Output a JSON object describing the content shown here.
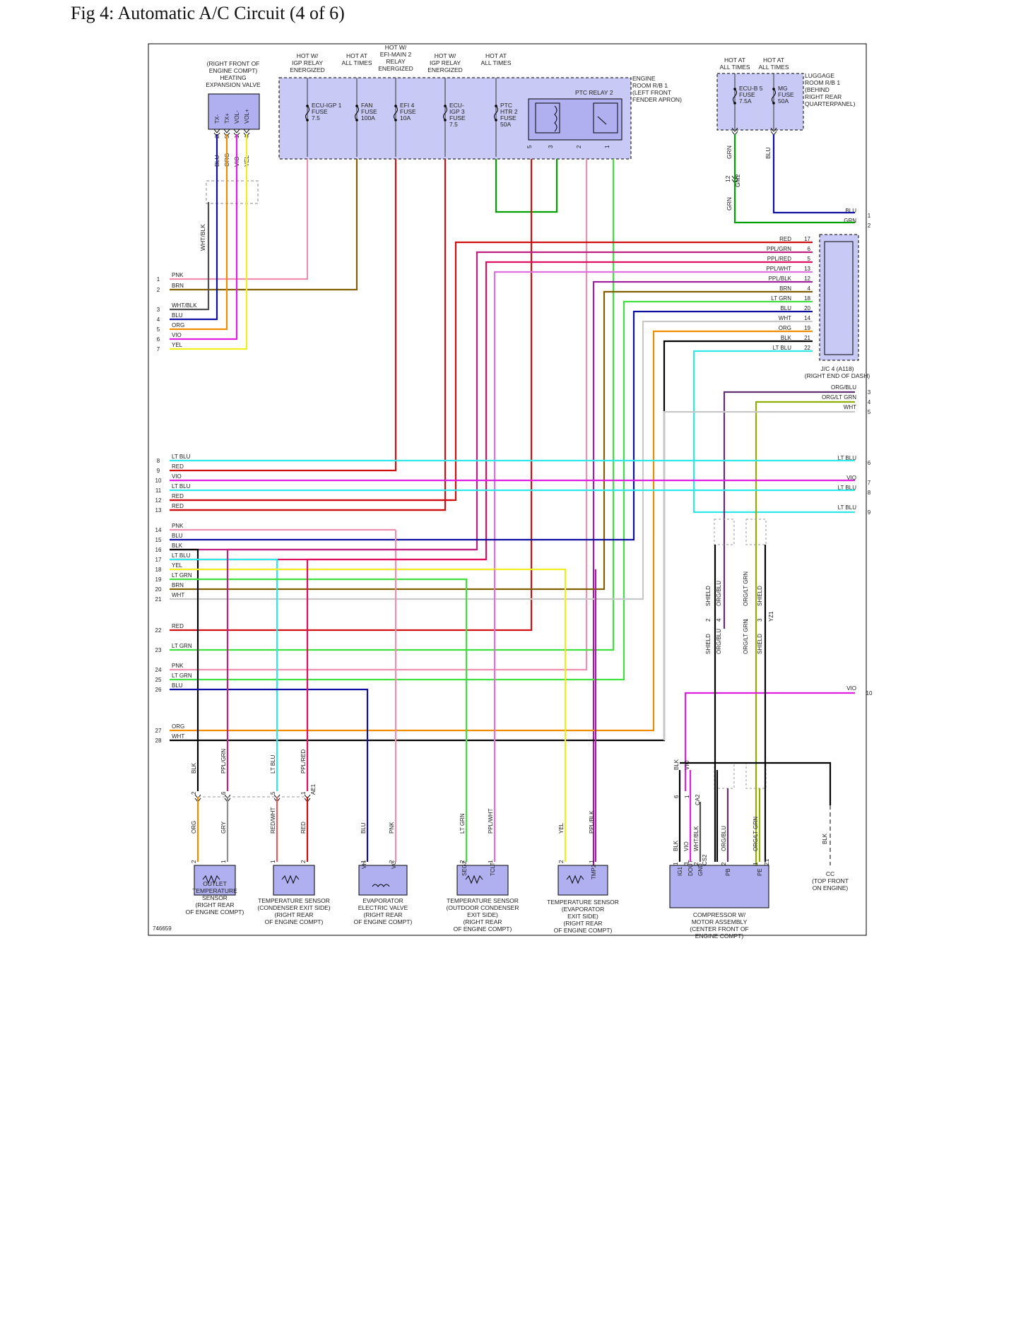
{
  "title": "Fig 4: Automatic A/C Circuit (4 of 6)",
  "figure_id": "746659",
  "colors": {
    "fuse_box_fill": "#c9c9f5",
    "component_fill": "#b0b0f0",
    "frame": "#000000",
    "PNK": "#f090b0",
    "BRN": "#806000",
    "RED": "#d01010",
    "GRN": "#00a000",
    "LT GRN": "#40e040",
    "BLU": "#1010a0",
    "LT BLU": "#30e8e8",
    "VIO": "#e020e0",
    "YEL": "#f0f020",
    "ORG": "#f08c00",
    "WHT": "#c8c8c8",
    "WHT/BLK": "#505050",
    "BLK": "#000000",
    "GRY": "#909090",
    "PPL/GRN": "#c02080",
    "PPL/RED": "#e01060",
    "PPL/WHT": "#e070e0",
    "PPL/BLK": "#a020a0",
    "RED/WHT": "#e06060",
    "ORG/BLU": "#603070",
    "ORG/LT GRN": "#90b000",
    "SHIELD": "#000000"
  },
  "labels": {
    "heat_valve": [
      "(RIGHT FRONT OF",
      "ENGINE COMPT)",
      "HEATING",
      "EXPANSION VALVE"
    ],
    "heat_valve_pins": [
      "TX-",
      "TX+",
      "VOL-",
      "VOL+"
    ],
    "heat_valve_pin_nums": [
      "2",
      "5",
      "1",
      "4"
    ],
    "heat_valve_wire_colors": [
      "BLU",
      "ORG",
      "VIO",
      "YEL"
    ],
    "whtblk": "WHT/BLK",
    "hot": [
      [
        "HOT W/",
        "IGP RELAY",
        "ENERGIZED"
      ],
      [
        "HOT AT",
        "ALL TIMES"
      ],
      [
        "HOT W/",
        "EFI-MAIN 2",
        "RELAY",
        "ENERGIZED"
      ],
      [
        "HOT W/",
        "IGP RELAY",
        "ENERGIZED"
      ],
      [
        "HOT AT",
        "ALL TIMES"
      ],
      [
        "HOT AT",
        "ALL TIMES"
      ],
      [
        "HOT AT",
        "ALL TIMES"
      ]
    ],
    "fuses": [
      [
        "ECU-IGP 1",
        "FUSE",
        "7.5"
      ],
      [
        "FAN",
        "FUSE",
        "100A"
      ],
      [
        "EFI 4",
        "FUSE",
        "10A"
      ],
      [
        "ECU-",
        "IGP 3",
        "FUSE",
        "7.5"
      ],
      [
        "PTC",
        "HTR 2",
        "FUSE",
        "50A"
      ],
      [
        "ECU-B 5",
        "FUSE",
        "7.5A"
      ],
      [
        "MG",
        "FUSE",
        "50A"
      ]
    ],
    "ptc_relay": "PTC RELAY 2",
    "relay_pins": [
      "5",
      "3",
      "2",
      "1"
    ],
    "engine_rb": [
      "ENGINE",
      "ROOM R/B 1",
      "(LEFT FRONT",
      "FENDER APRON)"
    ],
    "luggage_rb": [
      "LUGGAGE",
      "ROOM R/B 1",
      "(BEHIND",
      "RIGHT REAR",
      "QUARTERPANEL)"
    ],
    "top_wire_colors": [
      "PNK",
      "BRN",
      "RED",
      "RED",
      "GRN",
      "RED",
      "GRN",
      "PNK",
      "LT GRN"
    ],
    "lug_wire_colors": [
      "GRN",
      "BLU"
    ],
    "gm2": [
      "12",
      "GM2",
      "GRN"
    ],
    "jc_label": [
      "J/C 4 (A118)",
      "(RIGHT END OF DASH)"
    ],
    "left_rows": [
      {
        "num": "1",
        "color": "PNK"
      },
      {
        "num": "2",
        "color": "BRN"
      },
      {
        "num": "3",
        "color": "WHT/BLK"
      },
      {
        "num": "4",
        "color": "BLU"
      },
      {
        "num": "5",
        "color": "ORG"
      },
      {
        "num": "6",
        "color": "VIO"
      },
      {
        "num": "7",
        "color": "YEL"
      },
      {
        "num": "8",
        "color": "LT BLU"
      },
      {
        "num": "9",
        "color": "RED"
      },
      {
        "num": "10",
        "color": "VIO"
      },
      {
        "num": "11",
        "color": "LT BLU"
      },
      {
        "num": "12",
        "color": "RED"
      },
      {
        "num": "13",
        "color": "RED"
      },
      {
        "num": "14",
        "color": "PNK"
      },
      {
        "num": "15",
        "color": "BLU"
      },
      {
        "num": "16",
        "color": "BLK"
      },
      {
        "num": "17",
        "color": "LT BLU"
      },
      {
        "num": "18",
        "color": "YEL"
      },
      {
        "num": "19",
        "color": "LT GRN"
      },
      {
        "num": "20",
        "color": "BRN"
      },
      {
        "num": "21",
        "color": "WHT"
      },
      {
        "num": "22",
        "color": "RED"
      },
      {
        "num": "23",
        "color": "LT GRN"
      },
      {
        "num": "24",
        "color": "PNK"
      },
      {
        "num": "25",
        "color": "LT GRN"
      },
      {
        "num": "26",
        "color": "BLU"
      },
      {
        "num": "27",
        "color": "ORG"
      },
      {
        "num": "28",
        "color": "WHT"
      }
    ],
    "right_rows": [
      {
        "num": "1",
        "color": "BLU"
      },
      {
        "num": "2",
        "color": "GRN"
      },
      {
        "num": "3",
        "color": "ORG/BLU"
      },
      {
        "num": "4",
        "color": "ORG/LT GRN"
      },
      {
        "num": "5",
        "color": "WHT"
      },
      {
        "num": "6",
        "color": "LT BLU"
      },
      {
        "num": "7",
        "color": "VIO"
      },
      {
        "num": "8",
        "color": "LT BLU"
      },
      {
        "num": "9",
        "color": "LT BLU"
      },
      {
        "num": "10",
        "color": "VIO"
      }
    ],
    "jc_rows": [
      {
        "color": "RED",
        "pin": "17"
      },
      {
        "color": "PPL/GRN",
        "pin": "6"
      },
      {
        "color": "PPL/RED",
        "pin": "5"
      },
      {
        "color": "PPL/WHT",
        "pin": "13"
      },
      {
        "color": "PPL/BLK",
        "pin": "12"
      },
      {
        "color": "BRN",
        "pin": "4"
      },
      {
        "color": "LT GRN",
        "pin": "18"
      },
      {
        "color": "BLU",
        "pin": "20"
      },
      {
        "color": "WHT",
        "pin": "14"
      },
      {
        "color": "ORG",
        "pin": "19"
      },
      {
        "color": "BLK",
        "pin": "21"
      },
      {
        "color": "LT BLU",
        "pin": "22"
      }
    ],
    "shield_upper": [
      "SHIELD",
      "ORG/BLU",
      "ORG/LT GRN",
      "SHIELD"
    ],
    "shield_pins_upper": [
      "2",
      "4",
      "1",
      "3"
    ],
    "yz1": "YZ1",
    "shield_lower": [
      "SHIELD",
      "ORG/BLU",
      "ORG/LT GRN",
      "SHIELD"
    ],
    "bottom_wire_labels": [
      "BLK",
      "PPL/GRN",
      "LT BLU",
      "PPL/RED"
    ],
    "bottom_pins": [
      "2",
      "6",
      "5",
      "1"
    ],
    "ae1": "AE1",
    "sensor_wires": [
      {
        "color": "ORG",
        "pin": "2"
      },
      {
        "color": "GRY",
        "pin": "1"
      },
      {
        "color": "RED/WHT",
        "pin": "1"
      },
      {
        "color": "RED",
        "pin": "2"
      },
      {
        "color": "BLU",
        "pin": "1"
      },
      {
        "color": "PNK",
        "pin": "2"
      },
      {
        "color": "LT GRN",
        "pin": "2"
      },
      {
        "color": "PPL/WHT",
        "pin": "1"
      },
      {
        "color": "YEL",
        "pin": "2"
      },
      {
        "color": "PPL/BLK",
        "pin": "1"
      }
    ],
    "comp_wires": [
      "BLK",
      "VIO",
      "WHT/BLK",
      "ORG/BLU",
      "ORG/LT GRN",
      "BLK"
    ],
    "comp_pins": [
      "1",
      "3",
      "2",
      "2",
      "1"
    ],
    "comp_upper": [
      "BLK",
      "VIO"
    ],
    "comp_upper_pins": [
      "6",
      "1"
    ],
    "ca2": "CA2",
    "cs2": "CS2",
    "z1": "Z1",
    "evap_pins": [
      "VH",
      "VC"
    ],
    "seg2": [
      "SEG2",
      "TCLT"
    ],
    "tmp2": "TMP2",
    "comp_pins_text": [
      "IG1",
      "DOUT",
      "GND",
      "PB",
      "PE"
    ],
    "outlet_sensor": [
      "OUTLET",
      "TEMPERATURE",
      "SENSOR",
      "(RIGHT REAR",
      "OF ENGINE COMPT)"
    ],
    "cond_sensor": [
      "TEMPERATURE SENSOR",
      "(CONDENSER EXIT SIDE)",
      "(RIGHT REAR",
      "OF ENGINE COMPT)"
    ],
    "evap_valve": [
      "EVAPORATOR",
      "ELECTRIC VALVE",
      "(RIGHT REAR",
      "OF ENGINE COMPT)"
    ],
    "outdoor_sensor": [
      "TEMPERATURE SENSOR",
      "(OUTDOOR CONDENSER",
      "EXIT SIDE)",
      "(RIGHT REAR",
      "OF ENGINE COMPT)"
    ],
    "evap_sensor": [
      "TEMPERATURE SENSOR",
      "(EVAPORATOR",
      "EXIT SIDE)",
      "(RIGHT REAR",
      "OF ENGINE COMPT)"
    ],
    "compressor": [
      "COMPRESSOR W/",
      "MOTOR ASSEMBLY",
      "(CENTER FRONT OF",
      "ENGINE COMPT)"
    ],
    "cc": [
      "CC",
      "(TOP FRONT",
      "ON ENGINE)"
    ],
    "cc_wire": "BLK"
  }
}
